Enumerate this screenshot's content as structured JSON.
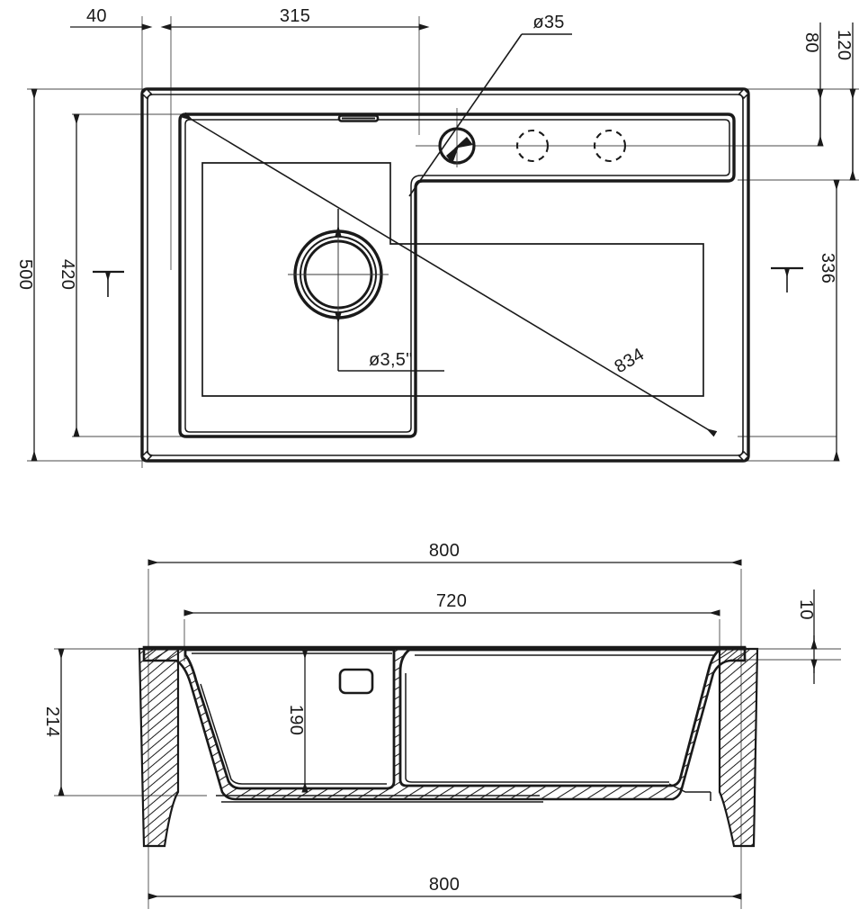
{
  "drawing": {
    "title": "Kitchen sink technical drawing",
    "units": "mm",
    "line_color": "#1a1a1a",
    "thin_line_color": "#3a3a3a",
    "background": "#ffffff"
  },
  "top_view": {
    "name": "top-view",
    "dimensions": {
      "rim_offset_left": "40",
      "bowl_to_tap_hole": "315",
      "tap_hole_diameter": "ø35",
      "tap_hole_from_top_rim": "80",
      "tap_hole_band_from_top": "120",
      "overall_depth": "500",
      "bowl_inner_depth": "420",
      "right_band_height": "336",
      "drain_diameter": "ø3,5\"",
      "diagonal": "834"
    }
  },
  "section_view": {
    "name": "section-view",
    "dimensions": {
      "overall_width_top": "800",
      "bowl_inner_width": "720",
      "rim_thickness": "10",
      "overall_height": "214",
      "bowl_depth": "190",
      "overall_width_bottom": "800"
    }
  },
  "labels": [
    {
      "id": "d40",
      "text": "40"
    },
    {
      "id": "d315",
      "text": "315"
    },
    {
      "id": "d35",
      "text": "ø35"
    },
    {
      "id": "d80",
      "text": "80"
    },
    {
      "id": "d120",
      "text": "120"
    },
    {
      "id": "d500",
      "text": "500"
    },
    {
      "id": "d420",
      "text": "420"
    },
    {
      "id": "d336",
      "text": "336"
    },
    {
      "id": "d35in",
      "text": "ø3,5\""
    },
    {
      "id": "d834",
      "text": "834"
    },
    {
      "id": "d800t",
      "text": "800"
    },
    {
      "id": "d720",
      "text": "720"
    },
    {
      "id": "d10",
      "text": "10"
    },
    {
      "id": "d214",
      "text": "214"
    },
    {
      "id": "d190",
      "text": "190"
    },
    {
      "id": "d800b",
      "text": "800"
    }
  ]
}
